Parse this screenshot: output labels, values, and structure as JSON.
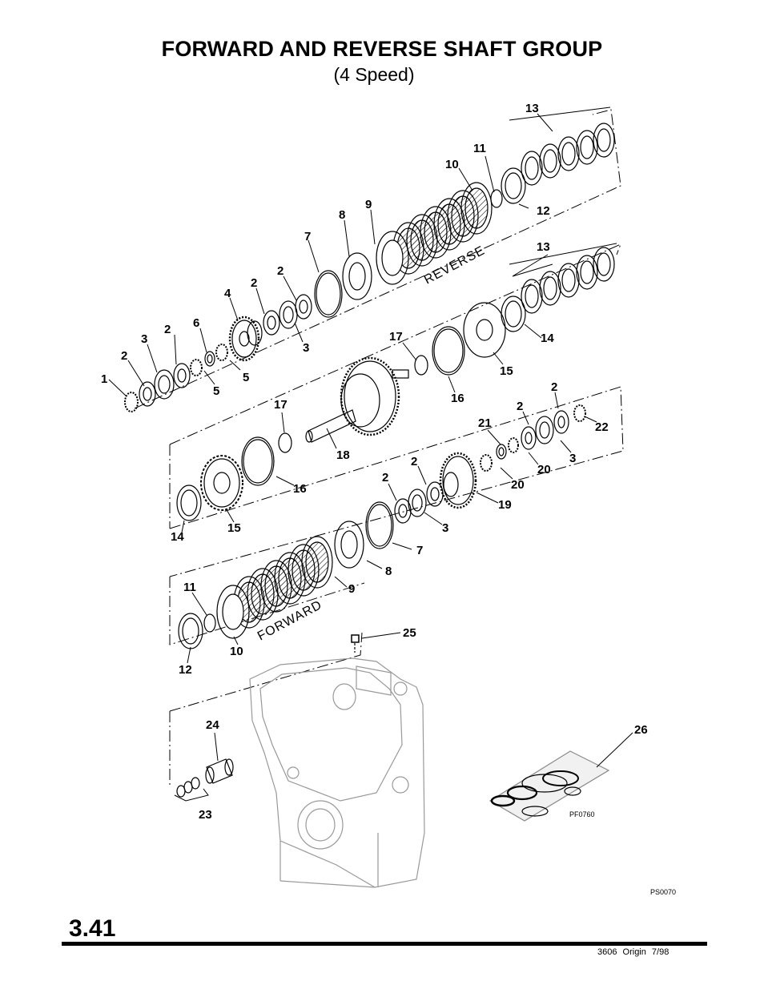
{
  "title": "FORWARD AND REVERSE SHAFT GROUP",
  "subtitle": "(4 Speed)",
  "groups": {
    "reverse": "REVERSE",
    "forward": "FORWARD"
  },
  "callouts": {
    "c13a": "13",
    "c11a": "11",
    "c10a": "10",
    "c12a": "12",
    "c9a": "9",
    "c8a": "8",
    "c7a": "7",
    "c2a": "2",
    "c2b": "2",
    "c4": "4",
    "c6": "6",
    "c2c": "2",
    "c3a": "3",
    "c2d": "2",
    "c1": "1",
    "c5a": "5",
    "c5b": "5",
    "c3b": "3",
    "c13b": "13",
    "c14a": "14",
    "c17a": "17",
    "c15a": "15",
    "c16a": "16",
    "c17b": "17",
    "c18": "18",
    "c2e": "2",
    "c2f": "2",
    "c21": "21",
    "c22": "22",
    "c3c": "3",
    "c20a": "20",
    "c20b": "20",
    "c19": "19",
    "c2g": "2",
    "c2h": "2",
    "c3d": "3",
    "c16b": "16",
    "c15b": "15",
    "c14b": "14",
    "c7b": "7",
    "c8b": "8",
    "c9b": "9",
    "c11b": "11",
    "c10b": "10",
    "c12b": "12",
    "c25": "25",
    "c24": "24",
    "c23": "23",
    "c26": "26"
  },
  "figure_codes": {
    "kit": "PF0760",
    "main": "PS0070"
  },
  "page_number": "3.41",
  "footer": "3606 Origin 7/98"
}
